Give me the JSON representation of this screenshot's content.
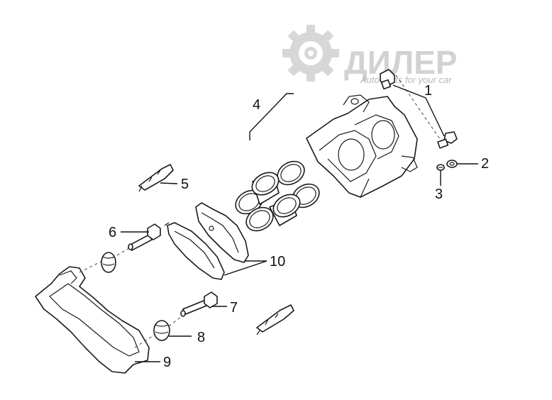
{
  "watermark": {
    "brand": "ДИЛЕР",
    "tagline": "Auto parts for your car"
  },
  "callouts": [
    {
      "id": "1",
      "text": "1"
    },
    {
      "id": "2",
      "text": "2"
    },
    {
      "id": "3",
      "text": "3"
    },
    {
      "id": "4",
      "text": "4"
    },
    {
      "id": "5",
      "text": "5"
    },
    {
      "id": "6",
      "text": "6"
    },
    {
      "id": "7",
      "text": "7"
    },
    {
      "id": "8",
      "text": "8"
    },
    {
      "id": "9",
      "text": "9"
    },
    {
      "id": "10",
      "text": "10"
    }
  ]
}
